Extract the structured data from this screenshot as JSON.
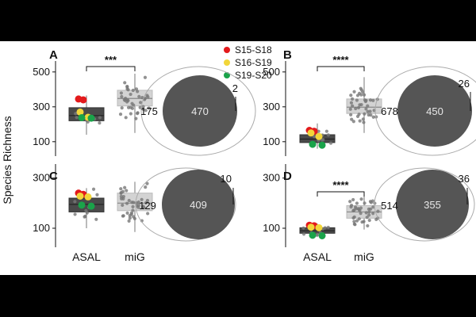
{
  "ylabel": "Species Richness",
  "legend": [
    {
      "label": "S15-S18",
      "color": "#e31a1c"
    },
    {
      "label": "S16-S19",
      "color": "#f2d63a"
    },
    {
      "label": "S19-S20",
      "color": "#1aa34a"
    }
  ],
  "colors": {
    "asal_box": "#4a4a4a",
    "mig_box": "#d3d3d3",
    "venn_fill": "#555555",
    "jitter": "#777777"
  },
  "chart_data": [
    {
      "panel": "A",
      "type": "box",
      "categories": [
        "ASAL",
        "miG"
      ],
      "yticks": [
        100,
        300,
        500
      ],
      "ylim": [
        40,
        540
      ],
      "asal": {
        "q1": 220,
        "median": 250,
        "q3": 295,
        "min": 140,
        "max": 365,
        "points": [
          {
            "v": 345,
            "c": 0
          },
          {
            "v": 340,
            "c": 0
          },
          {
            "v": 270,
            "c": 1
          },
          {
            "v": 240,
            "c": 1
          },
          {
            "v": 238,
            "c": 2
          },
          {
            "v": 235,
            "c": 2
          }
        ]
      },
      "mig": {
        "q1": 305,
        "median": 348,
        "q3": 395,
        "min": 150,
        "max": 490
      },
      "significance": "***",
      "venn": {
        "only_mig": "175",
        "shared": "470",
        "only_asal": "2"
      }
    },
    {
      "panel": "B",
      "type": "box",
      "categories": [
        "ASAL",
        "miG"
      ],
      "yticks": [
        100,
        300,
        500
      ],
      "ylim": [
        40,
        540
      ],
      "asal": {
        "q1": 95,
        "median": 115,
        "q3": 140,
        "min": 60,
        "max": 205,
        "points": [
          {
            "v": 165,
            "c": 0
          },
          {
            "v": 160,
            "c": 0
          },
          {
            "v": 150,
            "c": 1
          },
          {
            "v": 130,
            "c": 1
          },
          {
            "v": 85,
            "c": 2
          },
          {
            "v": 80,
            "c": 2
          }
        ]
      },
      "mig": {
        "q1": 262,
        "median": 298,
        "q3": 345,
        "min": 150,
        "max": 470
      },
      "significance": "****",
      "venn": {
        "only_mig": "678",
        "shared": "450",
        "only_asal": "26"
      }
    },
    {
      "panel": "C",
      "type": "box",
      "categories": [
        "ASAL",
        "miG"
      ],
      "yticks": [
        100,
        300
      ],
      "ylim": [
        40,
        340
      ],
      "asal": {
        "q1": 165,
        "median": 195,
        "q3": 220,
        "min": 100,
        "max": 260,
        "points": [
          {
            "v": 240,
            "c": 0
          },
          {
            "v": 235,
            "c": 0
          },
          {
            "v": 228,
            "c": 1
          },
          {
            "v": 225,
            "c": 1
          },
          {
            "v": 192,
            "c": 2
          },
          {
            "v": 188,
            "c": 2
          }
        ]
      },
      "mig": {
        "q1": 170,
        "median": 200,
        "q3": 240,
        "min": 85,
        "max": 285
      },
      "significance": "",
      "venn": {
        "only_mig": "129",
        "shared": "409",
        "only_asal": "10"
      }
    },
    {
      "panel": "D",
      "type": "box",
      "categories": [
        "ASAL",
        "miG"
      ],
      "yticks": [
        100,
        300
      ],
      "ylim": [
        40,
        340
      ],
      "asal": {
        "q1": 80,
        "median": 90,
        "q3": 102,
        "min": 65,
        "max": 118,
        "points": [
          {
            "v": 112,
            "c": 0
          },
          {
            "v": 110,
            "c": 0
          },
          {
            "v": 104,
            "c": 1
          },
          {
            "v": 102,
            "c": 1
          },
          {
            "v": 72,
            "c": 2
          },
          {
            "v": 70,
            "c": 2
          }
        ]
      },
      "mig": {
        "q1": 140,
        "median": 165,
        "q3": 190,
        "min": 95,
        "max": 245
      },
      "significance": "****",
      "venn": {
        "only_mig": "514",
        "shared": "355",
        "only_asal": "36"
      }
    }
  ]
}
